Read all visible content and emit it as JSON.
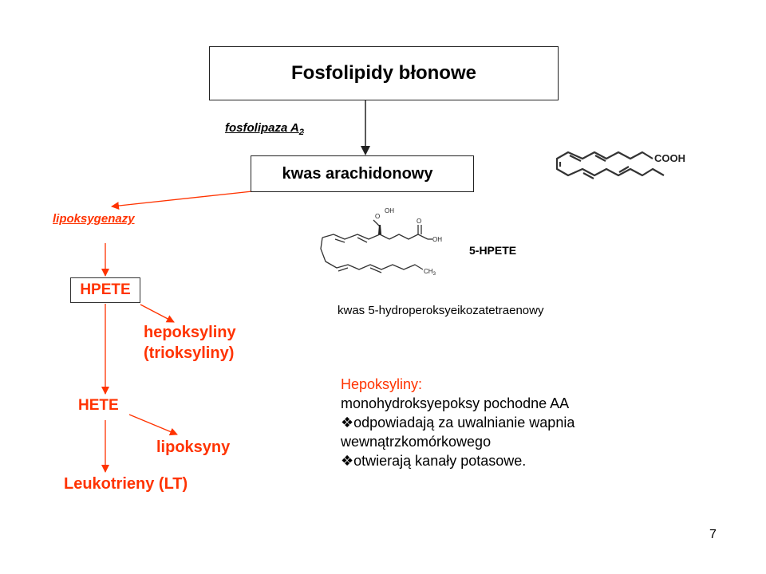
{
  "title_box": "Fosfolipidy błonowe",
  "enzyme_pla2": {
    "text": "fosfolipaza A",
    "subscript": "2"
  },
  "arachidonic_box": "kwas arachidonowy",
  "arachidonic_structure": {
    "label": "COOH"
  },
  "enzyme_lox": "lipoksygenazy",
  "hpete_structure": {
    "labels": {
      "oh_top": "OH",
      "o_top": "O",
      "o": "O",
      "oh": "OH",
      "ch3": "CH",
      "ch3_sub": "3"
    },
    "name": "5-HPETE",
    "full_name": "kwas 5-hydroperoksyeikozatetraenowy"
  },
  "nodes": {
    "hpete": "HPETE",
    "hepoxilins": "hepoksyliny",
    "trioxilins": "(trioksyliny)",
    "hete": "HETE",
    "lipoxins": "lipoksyny",
    "leukotrienes": "Leukotrieny (LT)"
  },
  "info": {
    "heading": "Hepoksyliny:",
    "line1": "monohydroksyepoksy pochodne AA",
    "bullet1_line1": "odpowiadają za uwalnianie wapnia",
    "bullet1_line2": "wewnątrzkomórkowego",
    "bullet2": "otwierają kanały potasowe.",
    "bullet_symbol": "❖"
  },
  "page_number": "7",
  "colors": {
    "accent": "#ff3300",
    "text": "#000000",
    "arrow_black": "#222222"
  }
}
